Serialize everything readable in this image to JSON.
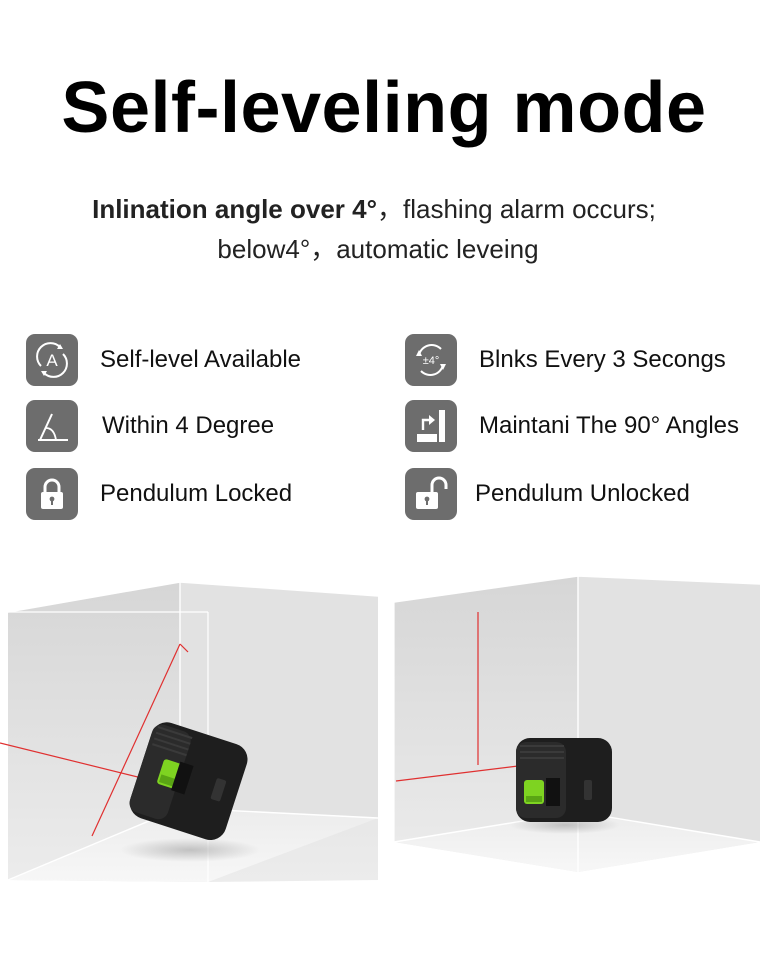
{
  "title": "Self-leveling mode",
  "subtitle": {
    "line1_bold": "Inlination angle over 4°",
    "line1_rest": "，flashing alarm occurs;",
    "line2": "below4°，automatic leveing"
  },
  "features": [
    {
      "icon": "self-level-a-icon",
      "label": "Self-level Available"
    },
    {
      "icon": "blink-plus-minus-4-icon",
      "label": "Blnks Every 3 Secongs",
      "icon_text": "±4°"
    },
    {
      "icon": "angle-icon",
      "label": "Within 4 Degree"
    },
    {
      "icon": "right-angle-arrow-icon",
      "label": "Maintani The 90° Angles"
    },
    {
      "icon": "lock-closed-icon",
      "label": "Pendulum Locked"
    },
    {
      "icon": "lock-open-icon",
      "label": "Pendulum Unlocked"
    }
  ],
  "colors": {
    "icon_bg": "#6d6d6d",
    "laser_red": "#e03030",
    "switch_green": "#7ed321",
    "device_body": "#1e1e1e"
  }
}
